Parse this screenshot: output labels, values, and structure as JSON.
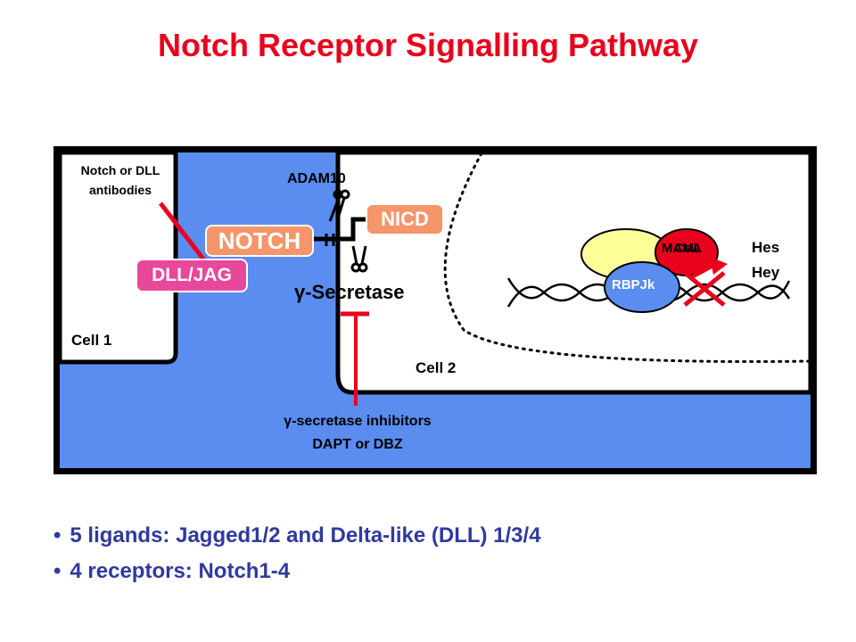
{
  "title": "Notch Receptor Signalling Pathway",
  "labels": {
    "antibodies_line1": "Notch or DLL",
    "antibodies_line2": "antibodies",
    "adam10": "ADAM10",
    "notch": "NOTCH",
    "nicd": "NICD",
    "dll_jag": "DLL/JAG",
    "gamma_secretase": "γ-Secretase",
    "cell1": "Cell 1",
    "cell2": "Cell 2",
    "inhibitors_line1": "γ-secretase inhibitors",
    "inhibitors_line2": "DAPT or DBZ",
    "maml_coa": "MAML",
    "coa_text": "CoA",
    "rbpjk": "RBPJk",
    "hes": "Hes",
    "hey": "Hey"
  },
  "bullets": [
    "5 ligands: Jagged1/2 and Delta-like (DLL) 1/3/4",
    "4 receptors: Notch1-4"
  ],
  "colors": {
    "title": "#e8001c",
    "extracellular": "#5b8cf0",
    "notch_box": "#f4956a",
    "dll_box": "#e8489a",
    "inhibitor": "#e8001c",
    "bullet_text": "#2f3a9e",
    "rbpjk": "#5b8cf0",
    "coa_yellow": "#ffff99"
  }
}
